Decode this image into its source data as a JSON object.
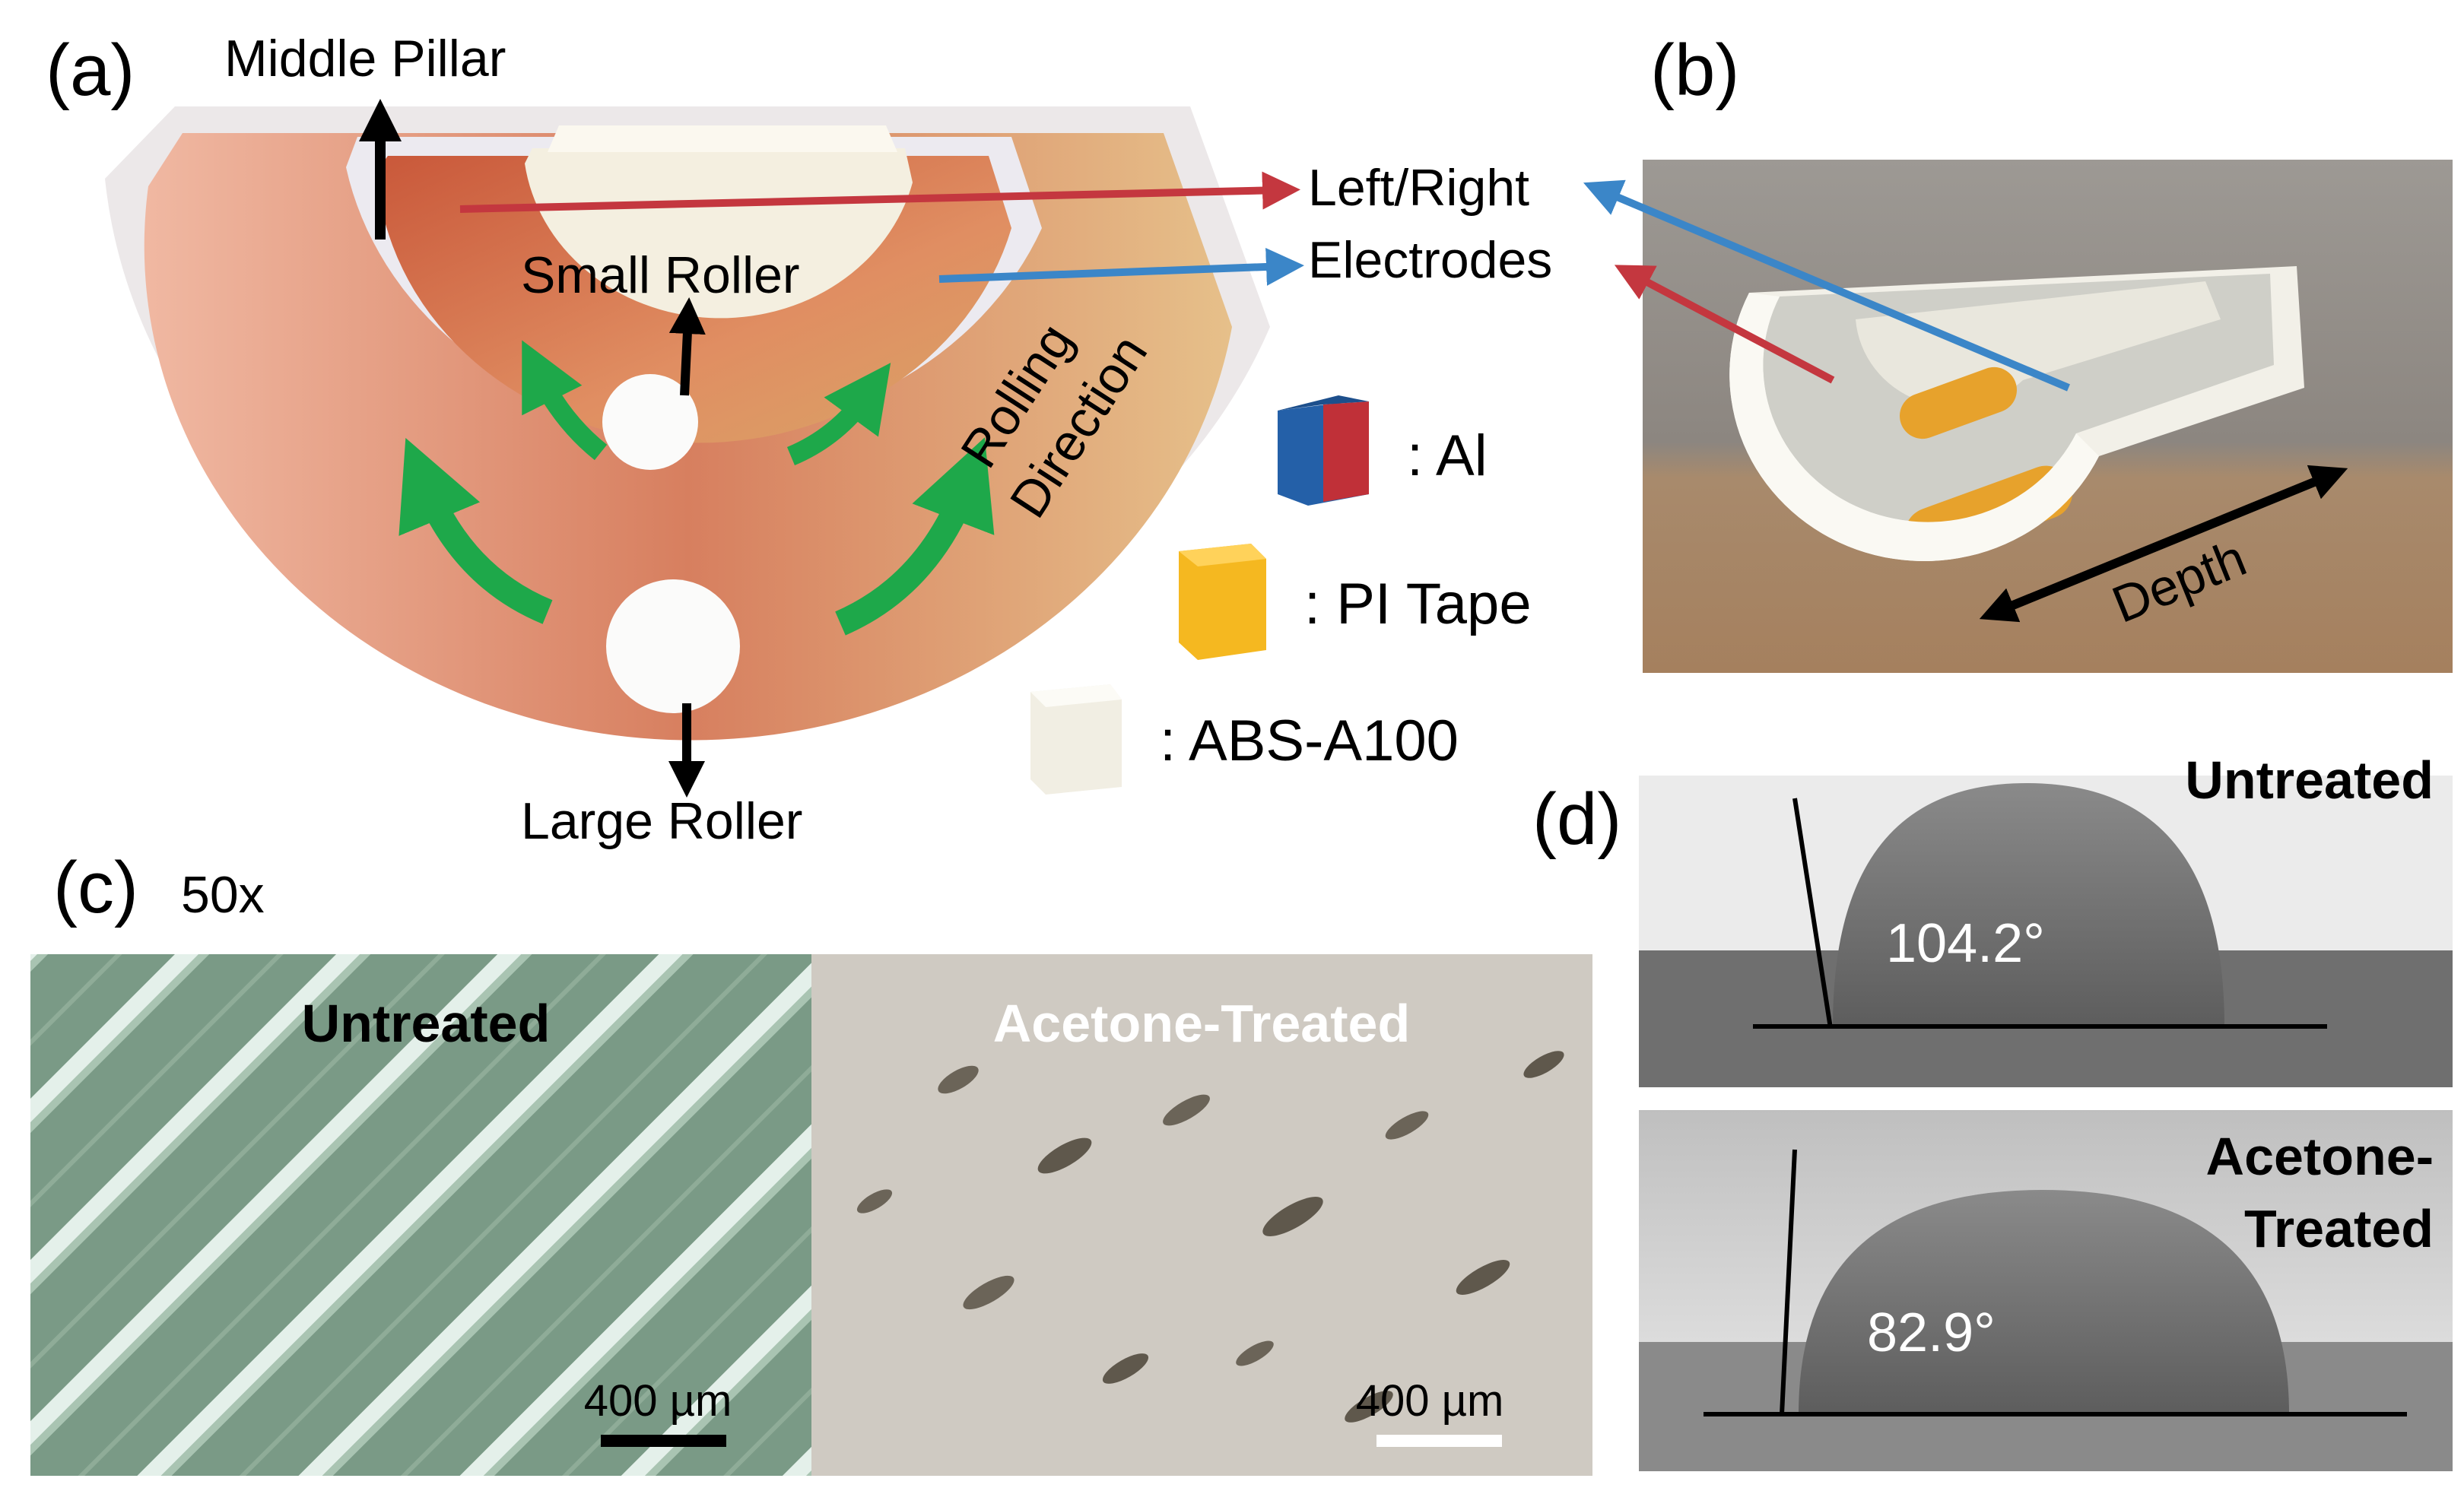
{
  "panel_a": {
    "label": "(a)",
    "callouts": {
      "middle_pillar": "Middle Pillar",
      "small_roller": "Small Roller",
      "large_roller": "Large Roller",
      "rolling_direction_1": "Rolling",
      "rolling_direction_2": "Direction",
      "electrodes_1": "Left/Right",
      "electrodes_2": "Electrodes"
    },
    "legend": [
      {
        "text": ": Al",
        "swatch": [
          "#2460a8",
          "#c03038"
        ]
      },
      {
        "text": ": PI Tape",
        "swatch": [
          "#f5b820"
        ]
      },
      {
        "text": ": ABS-A100",
        "swatch": [
          "#f3f0e6"
        ]
      }
    ],
    "colors": {
      "red_arrow": "#c4373f",
      "blue_arrow": "#3b86c8",
      "green_arrow": "#1ea84a",
      "shell": "#eee9e6",
      "copper": "#d77f5f",
      "tan": "#e2c58f"
    }
  },
  "panel_b": {
    "label": "(b)",
    "depth_label": "Depth"
  },
  "panel_c": {
    "label": "(c)",
    "magnification": "50x",
    "left_title": "Untreated",
    "right_title": "Acetone-Treated",
    "scale_left": "400 µm",
    "scale_right": "400 µm"
  },
  "panel_d": {
    "label": "(d)",
    "top_title": "Untreated",
    "top_angle": "104.2°",
    "bottom_title_1": "Acetone-",
    "bottom_title_2": "Treated",
    "bottom_angle": "82.9°"
  }
}
